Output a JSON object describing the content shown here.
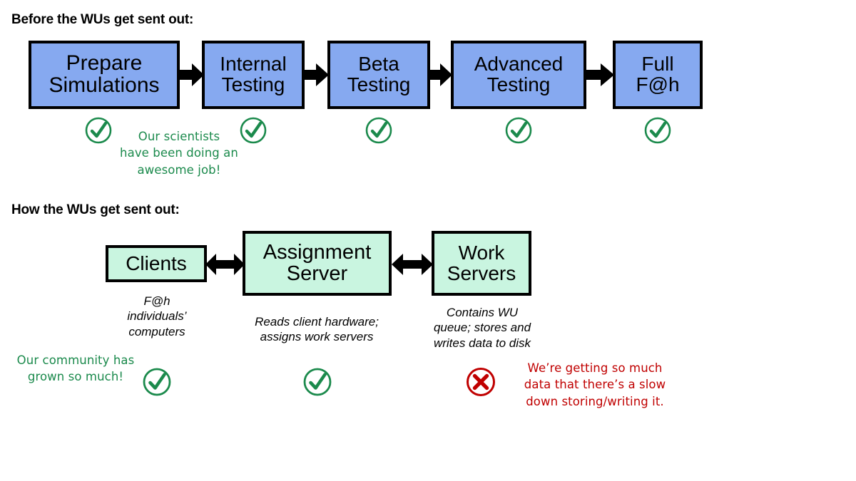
{
  "sections": {
    "before": {
      "heading": "Before the WUs get sent out:",
      "nodes": [
        {
          "label": "Prepare\nSimulations",
          "color": "#86A9F0",
          "status": "check"
        },
        {
          "label": "Internal\nTesting",
          "color": "#86A9F0",
          "status": "check"
        },
        {
          "label": "Beta\nTesting",
          "color": "#86A9F0",
          "status": "check"
        },
        {
          "label": "Advanced\nTesting",
          "color": "#86A9F0",
          "status": "check"
        },
        {
          "label": "Full\nF@h",
          "color": "#86A9F0",
          "status": "check"
        }
      ],
      "annotation": "Our scientists\nhave been doing an\nawesome job!"
    },
    "how": {
      "heading": "How the WUs get sent out:",
      "nodes": [
        {
          "label": "Clients",
          "color": "#C9F5E0",
          "caption": "F@h\nindividuals’\ncomputers",
          "status": "check"
        },
        {
          "label": "Assignment\nServer",
          "color": "#C9F5E0",
          "caption": "Reads client hardware;\nassigns work servers",
          "status": "check"
        },
        {
          "label": "Work\nServers",
          "color": "#C9F5E0",
          "caption": "Contains WU\nqueue; stores and\nwrites data to disk",
          "status": "cross"
        }
      ],
      "annotations": {
        "community": "Our community has\ngrown so much!",
        "slowdown": "We’re getting so much\ndata that there’s a slow\ndown storing/writing it."
      }
    }
  },
  "icons": {
    "arrow_right": "arrow-right-icon",
    "arrow_bidirectional": "arrow-bidirectional-icon",
    "check": "circled-check-icon",
    "cross": "circled-cross-icon"
  },
  "colors": {
    "box_blue": "#86A9F0",
    "box_green": "#C9F5E0",
    "outline": "#000000",
    "check_green": "#1B8A4C",
    "cross_red": "#C00000",
    "background": "#FFFFFF"
  }
}
